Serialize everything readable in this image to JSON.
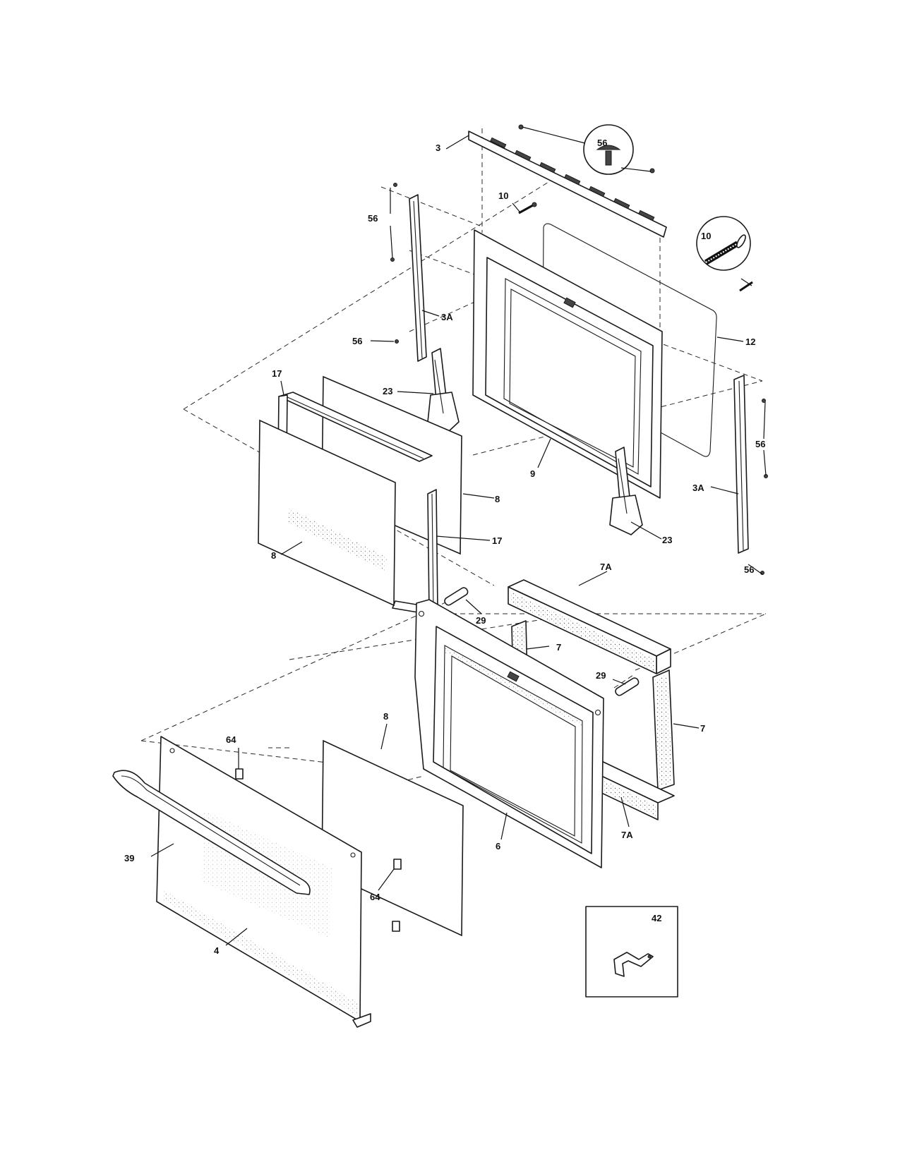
{
  "callouts": {
    "c3": "3",
    "c56_top": "56",
    "c10_left": "10",
    "c10_right": "10",
    "c56_left_top": "56",
    "c3A_left": "3A",
    "c56_left_mid": "56",
    "c12": "12",
    "c17_top": "17",
    "c23_left": "23",
    "c9": "9",
    "c56_right_mid": "56",
    "c8_right": "8",
    "c3A_right": "3A",
    "c17_bottom": "17",
    "c23_right": "23",
    "c8_left": "8",
    "c7A_top": "7A",
    "c56_right_bottom": "56",
    "c29_top": "29",
    "c7_left": "7",
    "c29_right": "29",
    "c8_center": "8",
    "c64_top": "64",
    "c7_right": "7",
    "c7A_bottom": "7A",
    "c6": "6",
    "c39": "39",
    "c64_bottom": "64",
    "c42": "42",
    "c4": "4"
  }
}
